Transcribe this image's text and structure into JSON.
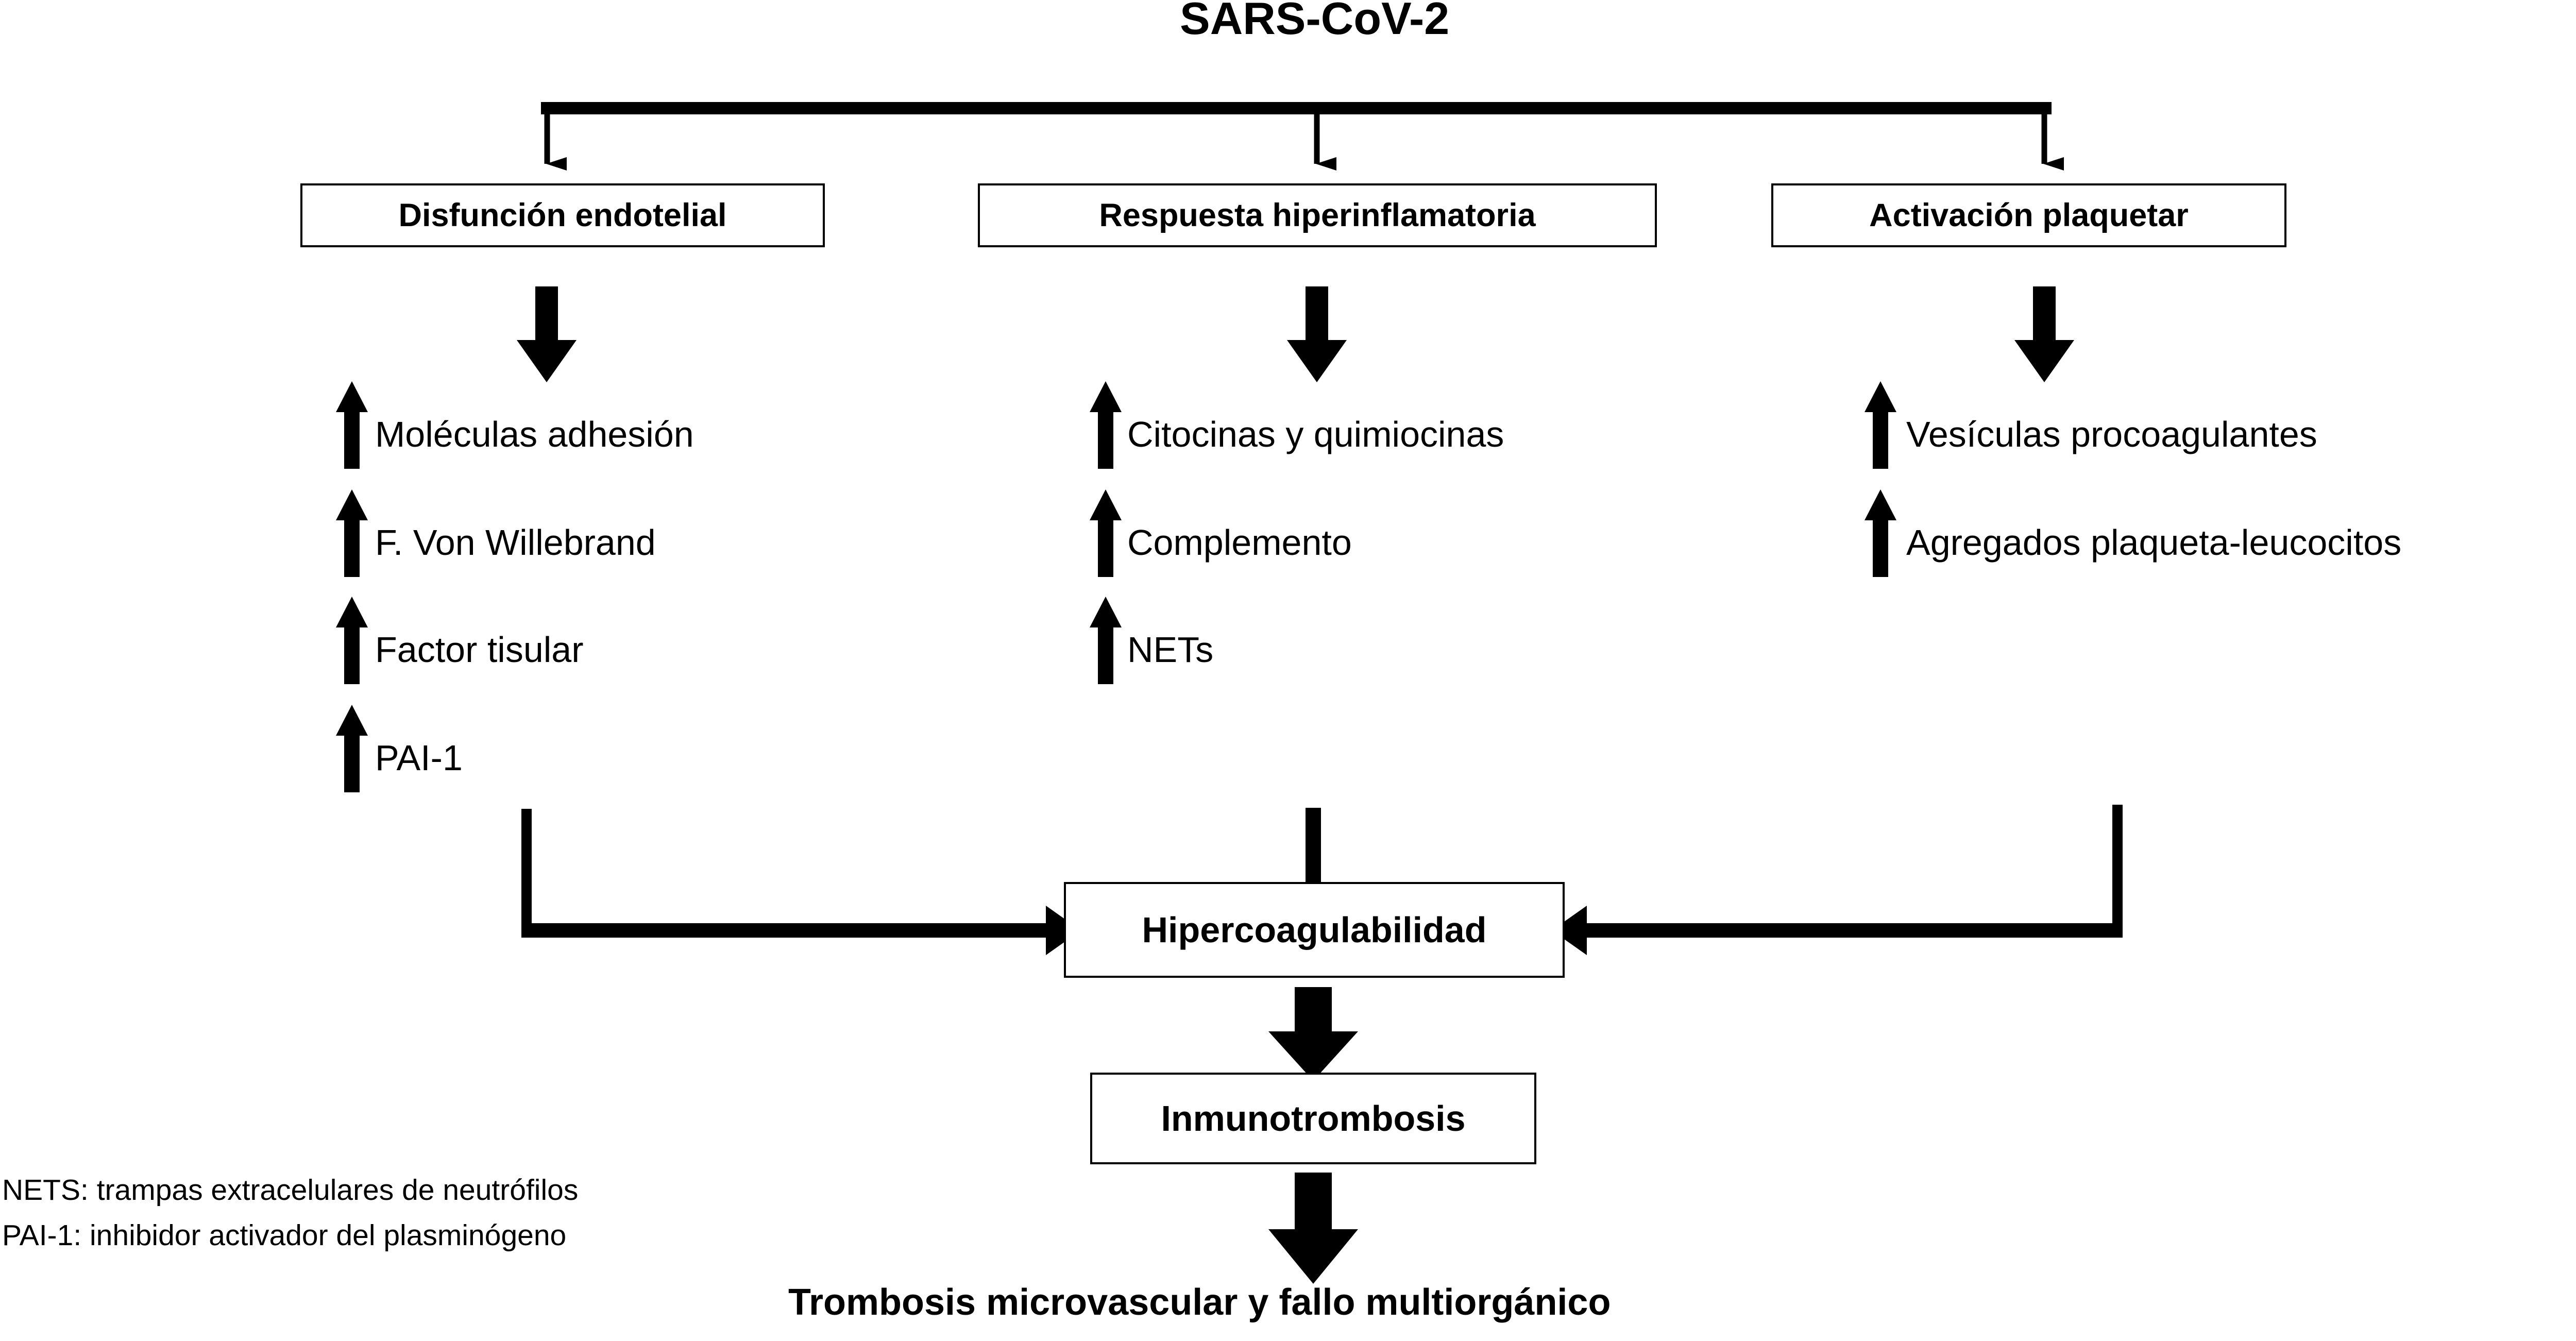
{
  "title": "SARS-CoV-2",
  "pathways": [
    {
      "box_label": "Disfunción endotelial",
      "items": [
        "Moléculas adhesión",
        "F. Von Willebrand",
        "Factor tisular",
        "PAI-1"
      ]
    },
    {
      "box_label": "Respuesta hiperinflamatoria",
      "items": [
        "Citocinas y quimiocinas",
        "Complemento",
        "NETs"
      ]
    },
    {
      "box_label": "Activación plaquetar",
      "items": [
        "Vesículas procoagulantes",
        "Agregados plaqueta-leucocitos"
      ]
    }
  ],
  "convergence": {
    "hypercoagulability": "Hipercoagulabilidad",
    "immunothrombosis": "Inmunotrombosis",
    "outcome": "Trombosis microvascular y fallo multiorgánico"
  },
  "legend": [
    "NETS: trampas extracelulares de neutrófilos",
    "PAI-1: inhibidor activador del plasminógeno"
  ],
  "colors": {
    "stroke": "#000000",
    "background": "#ffffff"
  },
  "icons": {
    "up_arrow": "up-arrow-icon",
    "down_arrow": "down-arrow-icon"
  }
}
